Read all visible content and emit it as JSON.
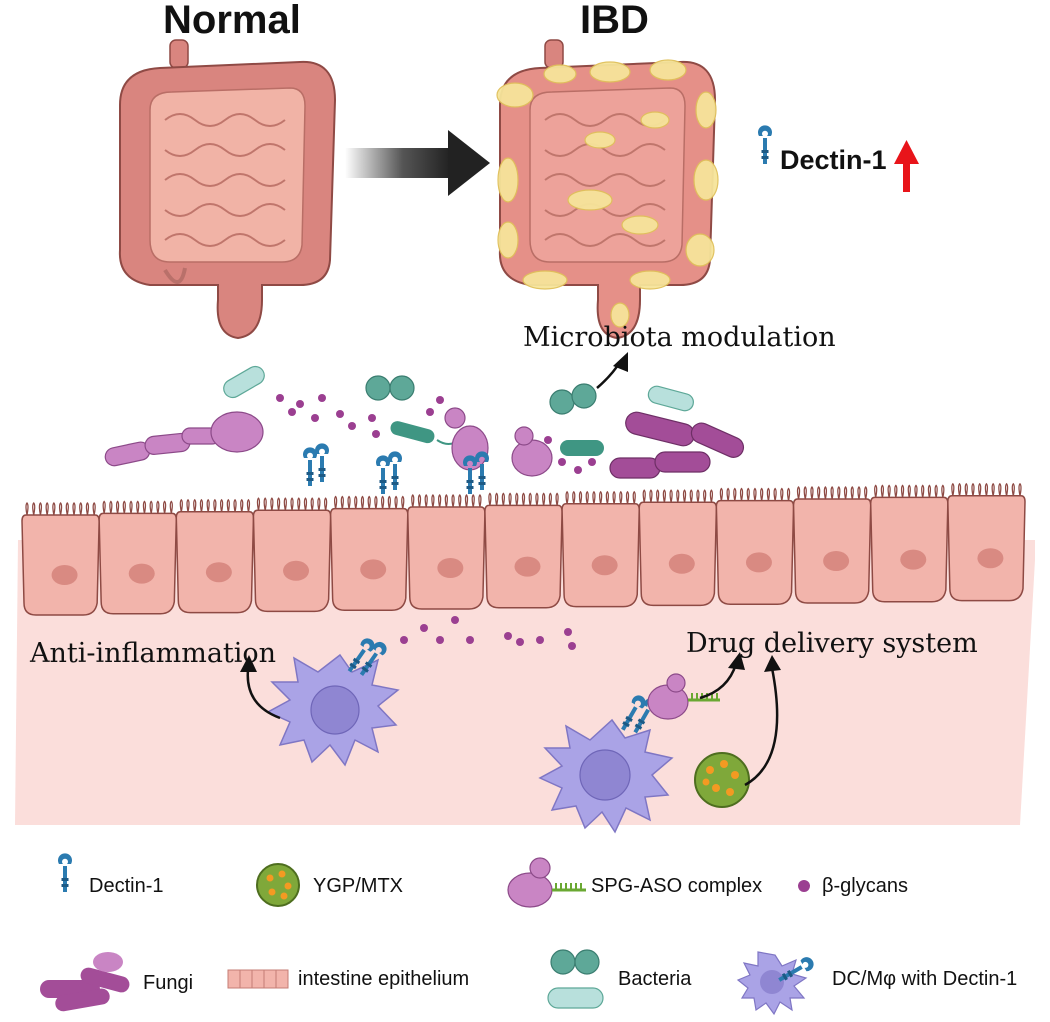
{
  "titles": {
    "normal": "Normal",
    "ibd": "IBD"
  },
  "upregulation": {
    "label": "Dectin-1",
    "arrow_color": "#e8141a"
  },
  "process_labels": {
    "microbiota": "Microbiota modulation",
    "anti_inflammation": "Anti-inflammation",
    "drug_delivery": "Drug delivery system"
  },
  "legend": {
    "dectin": "Dectin-1",
    "ygp": "YGP/MTX",
    "spg": "SPG-ASO complex",
    "glycans": "β-glycans",
    "fungi": "Fungi",
    "epithelium": "intestine epithelium",
    "bacteria": "Bacteria",
    "dc": "DC/Mφ with Dectin-1"
  },
  "colors": {
    "intestine": "#d9857f",
    "intestine_inner": "#f0b0a4",
    "inflamed_fat": "#f3df8c",
    "epithelium": "#f2b4ab",
    "lamina": "#fbe0de",
    "fungi": "#a34d98",
    "spg": "#c985c4",
    "glycan": "#9b3f91",
    "bacteria": "#5ea898",
    "bacteria_light": "#b8e0dc",
    "dectin": "#2b7bb0",
    "dc_cell": "#aaa3e6",
    "ygp": "#7fa83a",
    "ygp_dots": "#f39a22"
  }
}
